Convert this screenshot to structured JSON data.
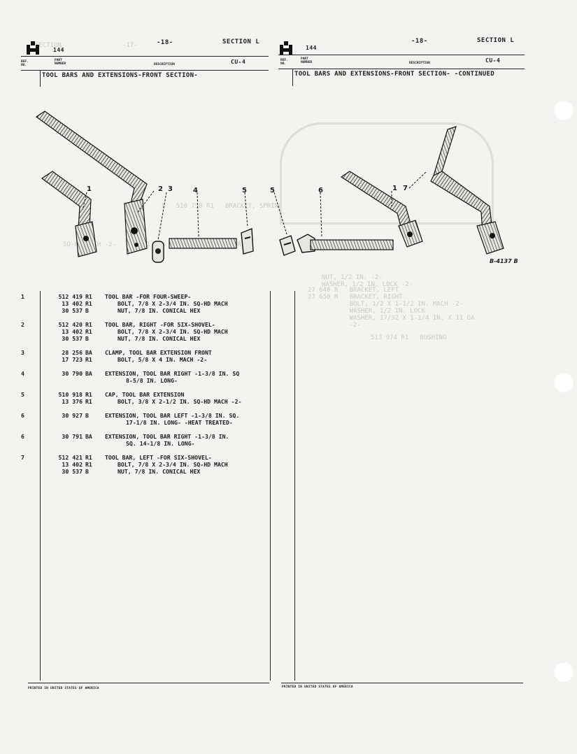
{
  "left_column": {
    "top_page_no": "-18-",
    "section": "SECTION  L",
    "model_no": "144",
    "group_code": "CU-4",
    "ref_label_line1": "REF.",
    "ref_label_line2": "NO.",
    "part_label_line1": "PART",
    "part_label_line2": "NUMBER",
    "description_label": "DESCRIPTION",
    "title": "TOOL BARS AND EXTENSIONS-FRONT SECTION-",
    "footer": "PRINTED IN UNITED STATES OF AMERICA"
  },
  "right_column": {
    "top_page_no": "-18-",
    "section": "SECTION  L",
    "model_no": "144",
    "group_code": "CU-4",
    "ref_label_line1": "REF.",
    "ref_label_line2": "NO.",
    "part_label_line1": "PART",
    "part_label_line2": "NUMBER",
    "description_label": "DESCRIPTION",
    "title": "TOOL BARS AND EXTENSIONS-FRONT SECTION-  -CONTINUED",
    "footer": "PRINTED IN UNITED STATES OF AMERICA"
  },
  "illustration": {
    "figure_number": "B-4137 B",
    "callouts": [
      "1",
      "2",
      "3",
      "4",
      "5",
      "5",
      "6",
      "1",
      "7"
    ]
  },
  "parts": [
    {
      "ref": "1",
      "rows": [
        {
          "num": "512 419",
          "sfx": "R1",
          "desc": "TOOL BAR -FOR FOUR-SWEEP-",
          "indent": 0
        },
        {
          "num": "13 402",
          "sfx": "R1",
          "desc": "BOLT, 7/8 X 2-3/4 IN. SQ-HD MACH",
          "indent": 1
        },
        {
          "num": "30 537",
          "sfx": "B",
          "desc": "NUT, 7/8 IN. CONICAL HEX",
          "indent": 1
        }
      ]
    },
    {
      "ref": "2",
      "rows": [
        {
          "num": "512 420",
          "sfx": "R1",
          "desc": "TOOL BAR, RIGHT -FOR SIX-SHOVEL-",
          "indent": 0
        },
        {
          "num": "13 402",
          "sfx": "R1",
          "desc": "BOLT, 7/8 X 2-3/4 IN. SQ-HD MACH",
          "indent": 1
        },
        {
          "num": "30 537",
          "sfx": "B",
          "desc": "NUT, 7/8 IN. CONICAL HEX",
          "indent": 1
        }
      ]
    },
    {
      "ref": "3",
      "rows": [
        {
          "num": "28 256",
          "sfx": "BA",
          "desc": "CLAMP, TOOL BAR EXTENSION FRONT",
          "indent": 0
        },
        {
          "num": "17 723",
          "sfx": "R1",
          "desc": "BOLT, 5/8 X 4 IN. MACH -2-",
          "indent": 1
        }
      ]
    },
    {
      "ref": "4",
      "rows": [
        {
          "num": "30 790",
          "sfx": "BA",
          "desc": "EXTENSION, TOOL BAR RIGHT -1-3/8 IN. SQ",
          "indent": 0
        },
        {
          "num": "",
          "sfx": "",
          "desc": "8-5/8 IN. LONG-",
          "indent": 2
        }
      ]
    },
    {
      "ref": "5",
      "rows": [
        {
          "num": "510 918",
          "sfx": "R1",
          "desc": "CAP, TOOL BAR EXTENSION",
          "indent": 0
        },
        {
          "num": "13 376",
          "sfx": "R1",
          "desc": "BOLT, 3/8 X 2-1/2 IN. SQ-HD MACH -2-",
          "indent": 1
        }
      ]
    },
    {
      "ref": "6",
      "rows": [
        {
          "num": "30 927",
          "sfx": "B",
          "desc": "EXTENSION, TOOL BAR LEFT -1-3/8 IN. SQ.",
          "indent": 0
        },
        {
          "num": "",
          "sfx": "",
          "desc": "17-1/8 IN. LONG- -HEAT TREATED-",
          "indent": 2
        }
      ]
    },
    {
      "ref": "6",
      "rows": [
        {
          "num": "30 791",
          "sfx": "BA",
          "desc": "EXTENSION, TOOL BAR RIGHT -1-3/8 IN.",
          "indent": 0
        },
        {
          "num": "",
          "sfx": "",
          "desc": "SQ. 14-1/8 IN. LONG-",
          "indent": 2
        }
      ]
    },
    {
      "ref": "7",
      "rows": [
        {
          "num": "512 421",
          "sfx": "R1",
          "desc": "TOOL BAR, LEFT -FOR SIX-SHOVEL-",
          "indent": 0
        },
        {
          "num": "13 402",
          "sfx": "R1",
          "desc": "BOLT, 7/8 X 2-3/4 IN. SQ-HD MACH",
          "indent": 1
        },
        {
          "num": "30 537",
          "sfx": "B",
          "desc": "NUT, 7/8 IN. CONICAL HEX",
          "indent": 1
        }
      ]
    }
  ]
}
